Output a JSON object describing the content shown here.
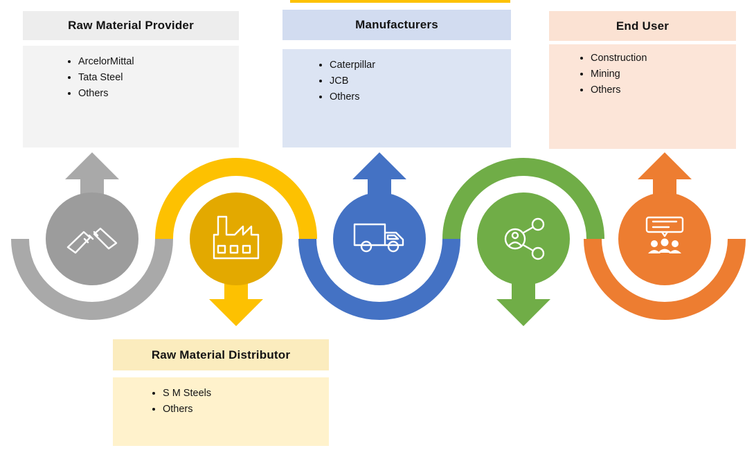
{
  "boxes": {
    "raw_material_provider": {
      "title": "Raw Material Provider",
      "items": [
        "ArcelorMittal",
        "Tata Steel",
        "Others"
      ]
    },
    "manufacturers": {
      "title": "Manufacturers",
      "items": [
        "Caterpillar",
        "JCB",
        "Others"
      ]
    },
    "end_user": {
      "title": "End User",
      "items": [
        "Construction",
        "Mining",
        "Others"
      ]
    },
    "raw_material_distributor": {
      "title": "Raw Material Distributor",
      "items": [
        "S M Steels",
        "Others"
      ]
    }
  },
  "flow": {
    "stages": [
      {
        "name": "raw-material-provider",
        "icon": "handshake-icon",
        "arrow": "up",
        "color": "#9c9c9c"
      },
      {
        "name": "raw-material-distributor",
        "icon": "factory-icon",
        "arrow": "down",
        "color": "#e3a900"
      },
      {
        "name": "manufacturers",
        "icon": "truck-icon",
        "arrow": "up",
        "color": "#4472c4"
      },
      {
        "name": "distribution-network",
        "icon": "share-network-icon",
        "arrow": "down",
        "color": "#70ad47"
      },
      {
        "name": "end-user",
        "icon": "audience-icon",
        "arrow": "up",
        "color": "#ed7d31"
      }
    ]
  },
  "colors": {
    "gray_circle": "#9c9c9c",
    "gray_ring": "#a9a9a9",
    "gold_circle": "#e3a900",
    "gold_ring": "#fdc101",
    "blue_circle": "#4472c4",
    "blue_ring": "#4472c4",
    "green_circle": "#70ad47",
    "green_ring": "#70ad47",
    "orange_circle": "#ed7d31",
    "orange_ring": "#ed7d31",
    "icon": "#ffffff",
    "box_gray_header": "#ededed",
    "box_gray_body": "#f3f3f3",
    "box_blue_header": "#d2dcf0",
    "box_blue_body": "#dce4f3",
    "box_peach_header": "#fbe2d3",
    "box_peach_body": "#fce5d8",
    "box_yellow_header": "#fbecbe",
    "box_yellow_body": "#fff2cc"
  }
}
